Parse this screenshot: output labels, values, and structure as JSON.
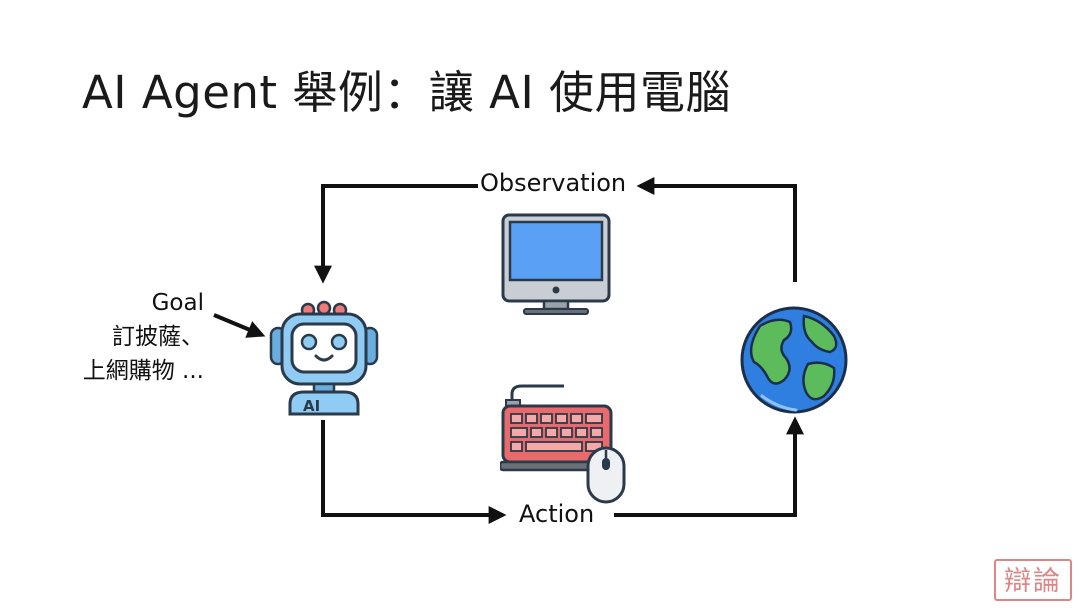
{
  "slide": {
    "title": "AI Agent 舉例：讓 AI 使用電腦"
  },
  "diagram": {
    "observation_label": "Observation",
    "action_label": "Action",
    "goal": {
      "label": "Goal",
      "examples_line1": "訂披薩、",
      "examples_line2": "上網購物 ..."
    },
    "agent_badge": "AI"
  },
  "stamp": {
    "text": "辯論"
  },
  "colors": {
    "arrow": "#111111",
    "robot_body": "#8fcbf2",
    "robot_dark": "#2b3a4a",
    "screen_blue": "#5aa0f5",
    "keyboard_red": "#e86a6a",
    "ocean": "#2f7fe0",
    "land": "#5cbb5a"
  }
}
